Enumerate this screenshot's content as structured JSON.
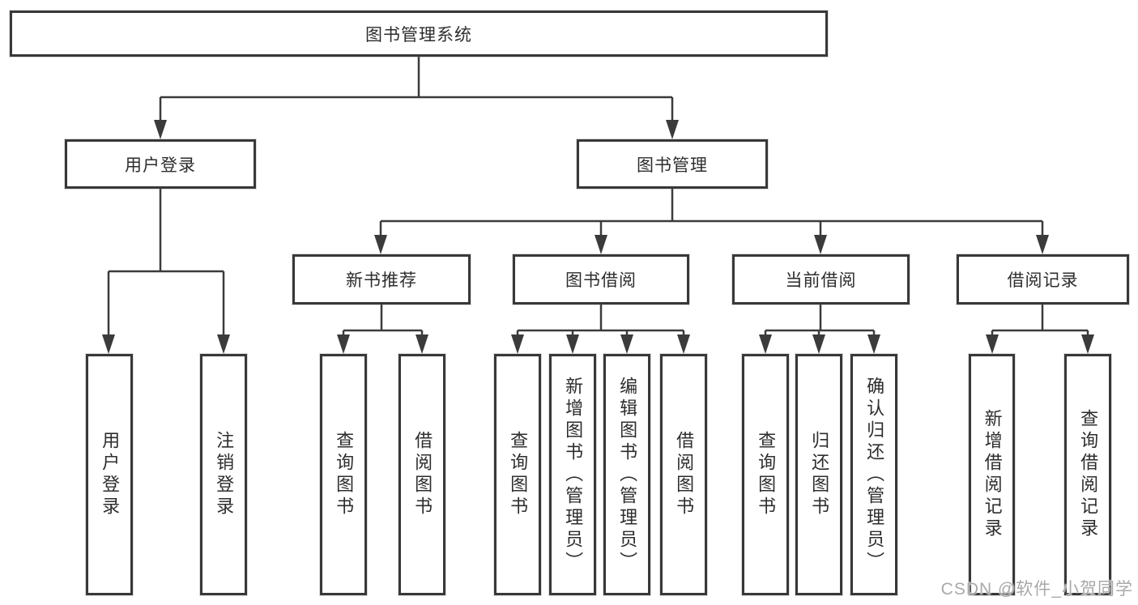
{
  "tree": {
    "root": "图书管理系统",
    "branches": {
      "user_login": "用户登录",
      "book_mgmt": "图书管理"
    },
    "sections": {
      "new_book_rec": "新书推荐",
      "book_borrow": "图书借阅",
      "current_borrow": "当前借阅",
      "borrow_record": "借阅记录"
    },
    "leaves": {
      "user_login": "用户登录",
      "logout": "注销登录",
      "nb_query": "查询图书",
      "nb_borrow": "借阅图书",
      "bb_query": "查询图书",
      "bb_add": "新增图书（管理员）",
      "bb_edit": "编辑图书（管理员）",
      "bb_borrow": "借阅图书",
      "cb_query": "查询图书",
      "cb_return": "归还图书",
      "cb_confirm": "确认归还（管理员）",
      "br_add": "新增借阅记录",
      "br_query": "查询借阅记录"
    }
  },
  "watermark": "CSDN @软件_小贺同学",
  "colors": {
    "line": "#3b3b3b",
    "box_border": "#383838",
    "text": "#2d2d2d",
    "watermark": "#a9a9a9"
  }
}
